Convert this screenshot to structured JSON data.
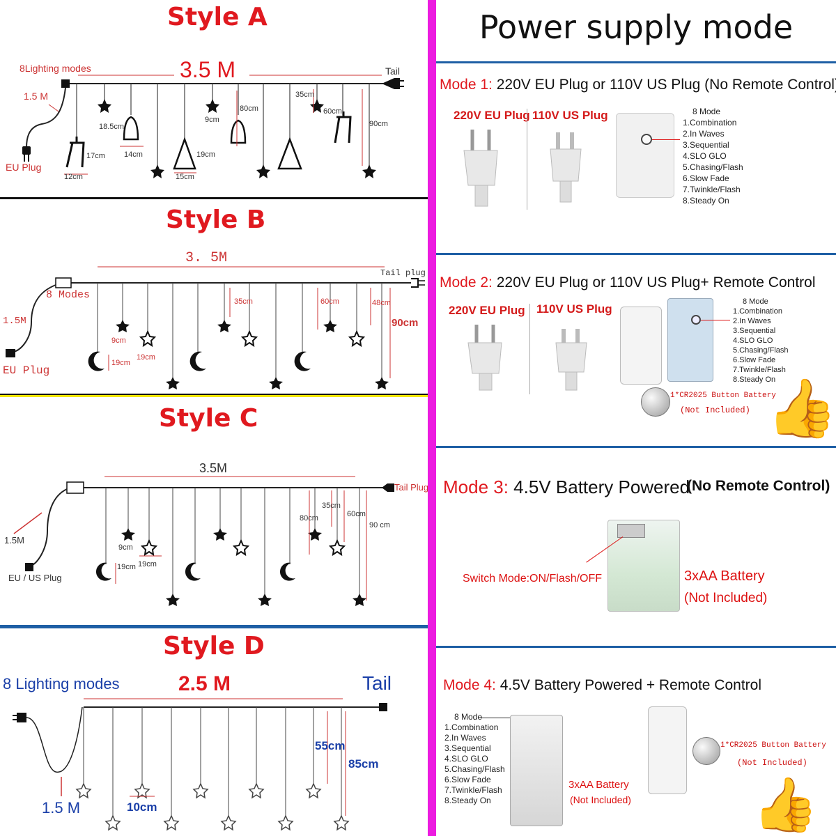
{
  "style_a": {
    "title": "Style A",
    "modes_label": "8Lighting modes",
    "length": "3.5 M",
    "tail": "Tail",
    "cable": "1.5 M",
    "plug": "EU Plug",
    "dims": [
      "12cm",
      "17cm",
      "18.5cm",
      "14cm",
      "15cm",
      "19cm",
      "9cm",
      "80cm",
      "35cm",
      "60cm",
      "90cm"
    ]
  },
  "style_b": {
    "title": "Style B",
    "length": "3. 5M",
    "tail": "Tail plug",
    "modes": "8 Modes",
    "cable": "1.5M",
    "plug": "EU Plug",
    "dims": [
      "9cm",
      "19cm",
      "19cm",
      "35cm",
      "60cm",
      "48cm",
      "90cm"
    ]
  },
  "style_c": {
    "title": "Style C",
    "length": "3.5M",
    "tail": "Tail Plug",
    "cable": "1.5M",
    "plug": "EU / US Plug",
    "dims": [
      "9cm",
      "19cm",
      "19cm",
      "80cm",
      "35cm",
      "60cm",
      "90 cm"
    ]
  },
  "style_d": {
    "title": "Style D",
    "modes_label": "8 Lighting modes",
    "length": "2.5 M",
    "tail": "Tail",
    "cable": "1.5 M",
    "dims": [
      "10cm",
      "55cm",
      "85cm"
    ]
  },
  "power": {
    "title": "Power supply mode",
    "mode1": {
      "prefix": "Mode 1:",
      "text": " 220V EU Plug or 110V US Plug (No Remote Control)",
      "plug_eu": "220V EU Plug",
      "plug_us": "110V US Plug",
      "modes_title": "8 Mode",
      "modes": [
        "1.Combination",
        "2.In Waves",
        "3.Sequential",
        "4.SLO GLO",
        "5.Chasing/Flash",
        "6.Slow Fade",
        "7.Twinkle/Flash",
        "8.Steady On"
      ]
    },
    "mode2": {
      "prefix": "Mode 2:",
      "text": "  220V EU Plug or 110V US Plug+ Remote Control",
      "plug_eu": "220V EU Plug",
      "plug_us": "110V US Plug",
      "modes_title": "8 Mode",
      "modes": [
        "1.Combination",
        "2.In Waves",
        "3.Sequential",
        "4.SLO GLO",
        "5.Chasing/Flash",
        "6.Slow Fade",
        "7.Twinkle/Flash",
        "8.Steady On"
      ],
      "battery": "1*CR2025 Button Battery",
      "battery_note": "(Not Included)"
    },
    "mode3": {
      "prefix": "Mode 3:",
      "text": " 4.5V Battery Powered",
      "note": "(No Remote Control)",
      "switch": "Switch Mode:ON/Flash/OFF",
      "battery": "3xAA Battery",
      "battery_note": "(Not Included)"
    },
    "mode4": {
      "prefix": "Mode 4:",
      "text": " 4.5V Battery Powered  + Remote Control",
      "modes_title": "8 Mode",
      "modes": [
        "1.Combination",
        "2.In Waves",
        "3.Sequential",
        "4.SLO GLO",
        "5.Chasing/Flash",
        "6.Slow Fade",
        "7.Twinkle/Flash",
        "8.Steady On"
      ],
      "battery": "3xAA Battery",
      "battery_note": "(Not Included)",
      "button_battery": "1*CR2025 Button Battery",
      "button_note": "(Not Included)"
    }
  },
  "colors": {
    "red": "#e0191f",
    "magenta": "#ec1ce0",
    "blue_rule": "#1e5fa5",
    "dim_blue": "#1a3fa8"
  }
}
